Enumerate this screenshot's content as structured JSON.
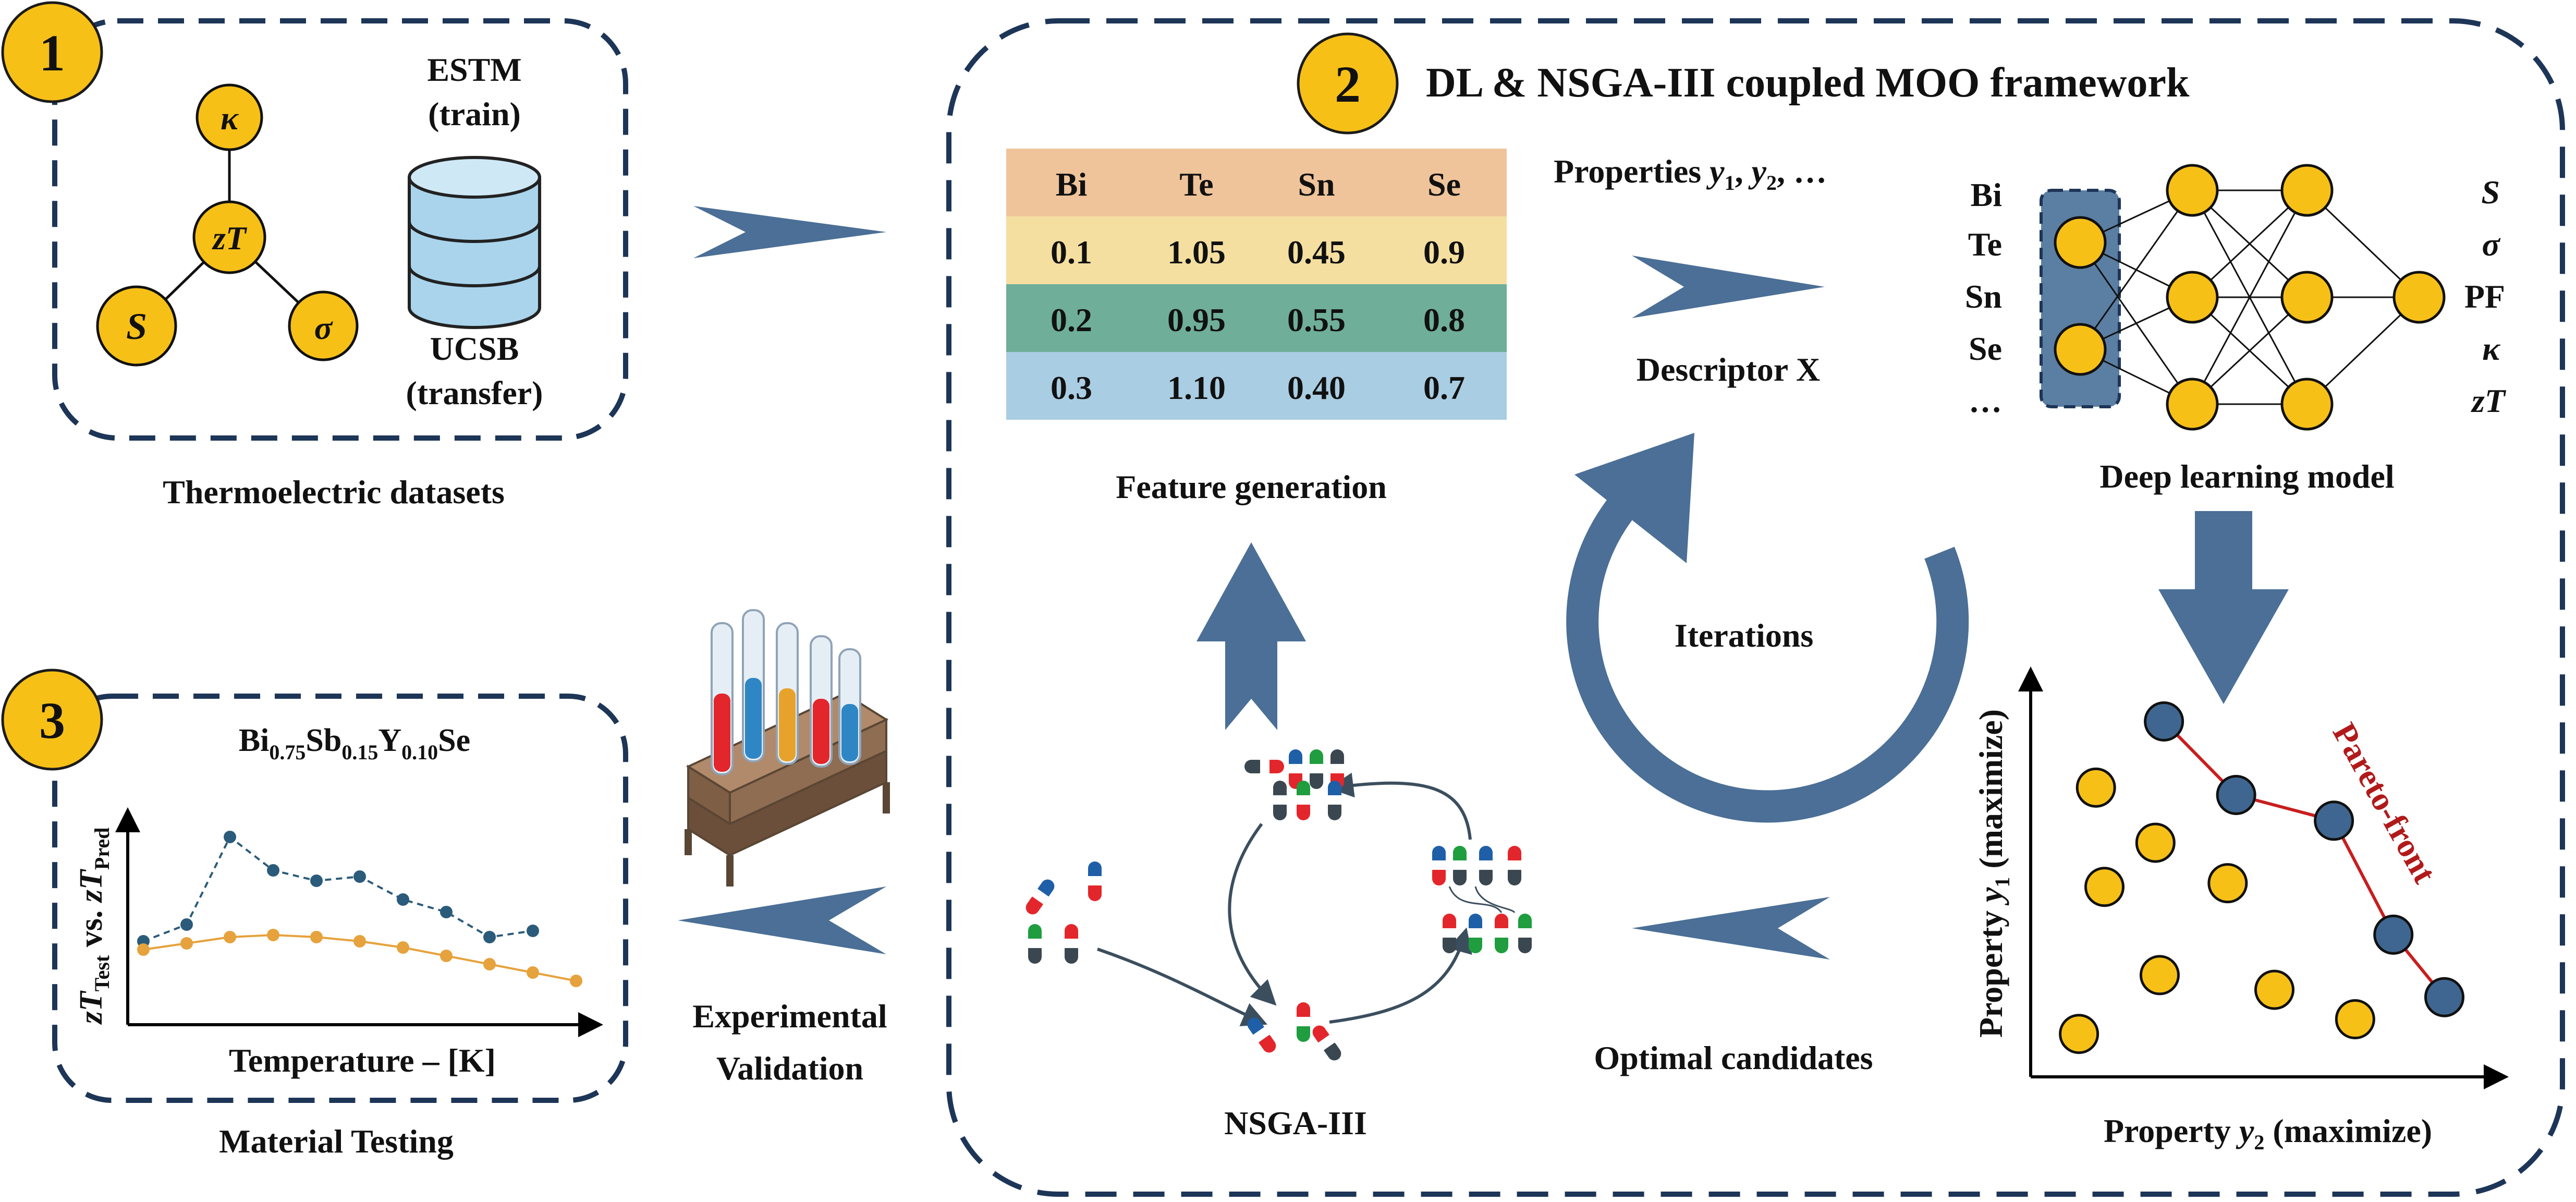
{
  "colors": {
    "dash": "#1d3557",
    "arrow": "#4b6f96",
    "badge": "#f7c017",
    "node": "#f7c017",
    "node_dark": "#2f4f6f",
    "pareto_line": "#c81e1e",
    "pareto_text": "#b11a1a",
    "series_blue": "#2b5b7a",
    "series_orange": "#e6a23c",
    "table_header": "#efc49a",
    "table_row1": "#f5dfa0",
    "table_row2": "#6fae98",
    "table_row3": "#a9cde3"
  },
  "panel1": {
    "badge": "1",
    "caption": "Thermoelectric datasets",
    "nodes": {
      "center": "zT",
      "top": "κ",
      "left": "S",
      "right": "σ"
    },
    "db_top_line1": "ESTM",
    "db_top_line2": "(train)",
    "db_bottom_line1": "UCSB",
    "db_bottom_line2": "(transfer)",
    "icon": "database-icon"
  },
  "panel2": {
    "badge": "2",
    "title": "DL & NSGA-III coupled MOO framework",
    "table": {
      "headers": [
        "Bi",
        "Te",
        "Sn",
        "Se"
      ],
      "rows": [
        [
          "0.1",
          "1.05",
          "0.45",
          "0.9"
        ],
        [
          "0.2",
          "0.95",
          "0.55",
          "0.8"
        ],
        [
          "0.3",
          "1.10",
          "0.40",
          "0.7"
        ]
      ]
    },
    "feature_caption": "Feature generation",
    "properties_prefix": "Properties ",
    "properties_y": "y",
    "properties_sub1": "1",
    "properties_sep": ", ",
    "properties_sub2": "2",
    "properties_suffix": ", …",
    "descriptor_caption": "Descriptor X",
    "nn_inputs": [
      "Bi",
      "Te",
      "Sn",
      "Se",
      "…"
    ],
    "nn_outputs": [
      "S",
      "σ",
      "PF",
      "κ",
      "zT"
    ],
    "dl_caption": "Deep learning model",
    "iterations_label": "Iterations",
    "nsga_caption": "NSGA-III",
    "optimal_caption": "Optimal candidates",
    "pareto_label": "Pareto-front",
    "pareto_xlabel_prefix": "Property ",
    "pareto_xlabel_var": "y",
    "pareto_xlabel_sub": "2",
    "pareto_xlabel_suffix": " (maximize)",
    "pareto_ylabel_prefix": "Property ",
    "pareto_ylabel_var": "y",
    "pareto_ylabel_sub": "1",
    "pareto_ylabel_suffix": " (maximize)"
  },
  "panel3": {
    "badge": "3",
    "formula": {
      "el1": "Bi",
      "sub1": "0.75",
      "el2": "Sb",
      "sub2": "0.15",
      "el3": "Y",
      "sub3": "0.10",
      "el4": "Se"
    },
    "xlabel": "Temperature – [K]",
    "ylabel_a": "zT",
    "ylabel_a_sub": "Test",
    "ylabel_mid": " vs. ",
    "ylabel_b": "zT",
    "ylabel_b_sub": "Pred",
    "caption": "Material Testing"
  },
  "validation_line1": "Experimental",
  "validation_line2": "Validation",
  "chart_data": {
    "type": "line",
    "title": "Bi0.75Sb0.15Y0.10Se",
    "xlabel": "Temperature – [K]",
    "ylabel": "zTTest vs. zTPred",
    "x": [
      1,
      2,
      3,
      4,
      5,
      6,
      7,
      8,
      9,
      10,
      11
    ],
    "series": [
      {
        "values": [
          0.4,
          0.48,
          0.9,
          0.74,
          0.69,
          0.71,
          0.6,
          0.54,
          0.42,
          0.45,
          null
        ],
        "style": "dashed"
      },
      {
        "values": [
          0.36,
          0.39,
          0.42,
          0.43,
          0.42,
          0.4,
          0.37,
          0.33,
          0.29,
          0.25,
          0.21
        ],
        "style": "solid"
      }
    ],
    "ylim": [
      0,
      1
    ],
    "grid": false
  },
  "pareto_chart": {
    "type": "scatter",
    "xlabel": "Property y2 (maximize)",
    "ylabel": "Property y1 (maximize)",
    "xlim": [
      0,
      10
    ],
    "ylim": [
      0,
      10
    ],
    "dominated": [
      [
        0.8,
        7.3
      ],
      [
        2.2,
        5.8
      ],
      [
        1.0,
        4.6
      ],
      [
        3.9,
        4.7
      ],
      [
        2.3,
        2.2
      ],
      [
        5.0,
        1.8
      ],
      [
        6.9,
        1.0
      ],
      [
        0.4,
        0.6
      ]
    ],
    "front": [
      [
        2.4,
        9.1
      ],
      [
        4.1,
        7.1
      ],
      [
        6.4,
        6.4
      ],
      [
        7.8,
        3.3
      ],
      [
        9.0,
        1.6
      ]
    ]
  }
}
